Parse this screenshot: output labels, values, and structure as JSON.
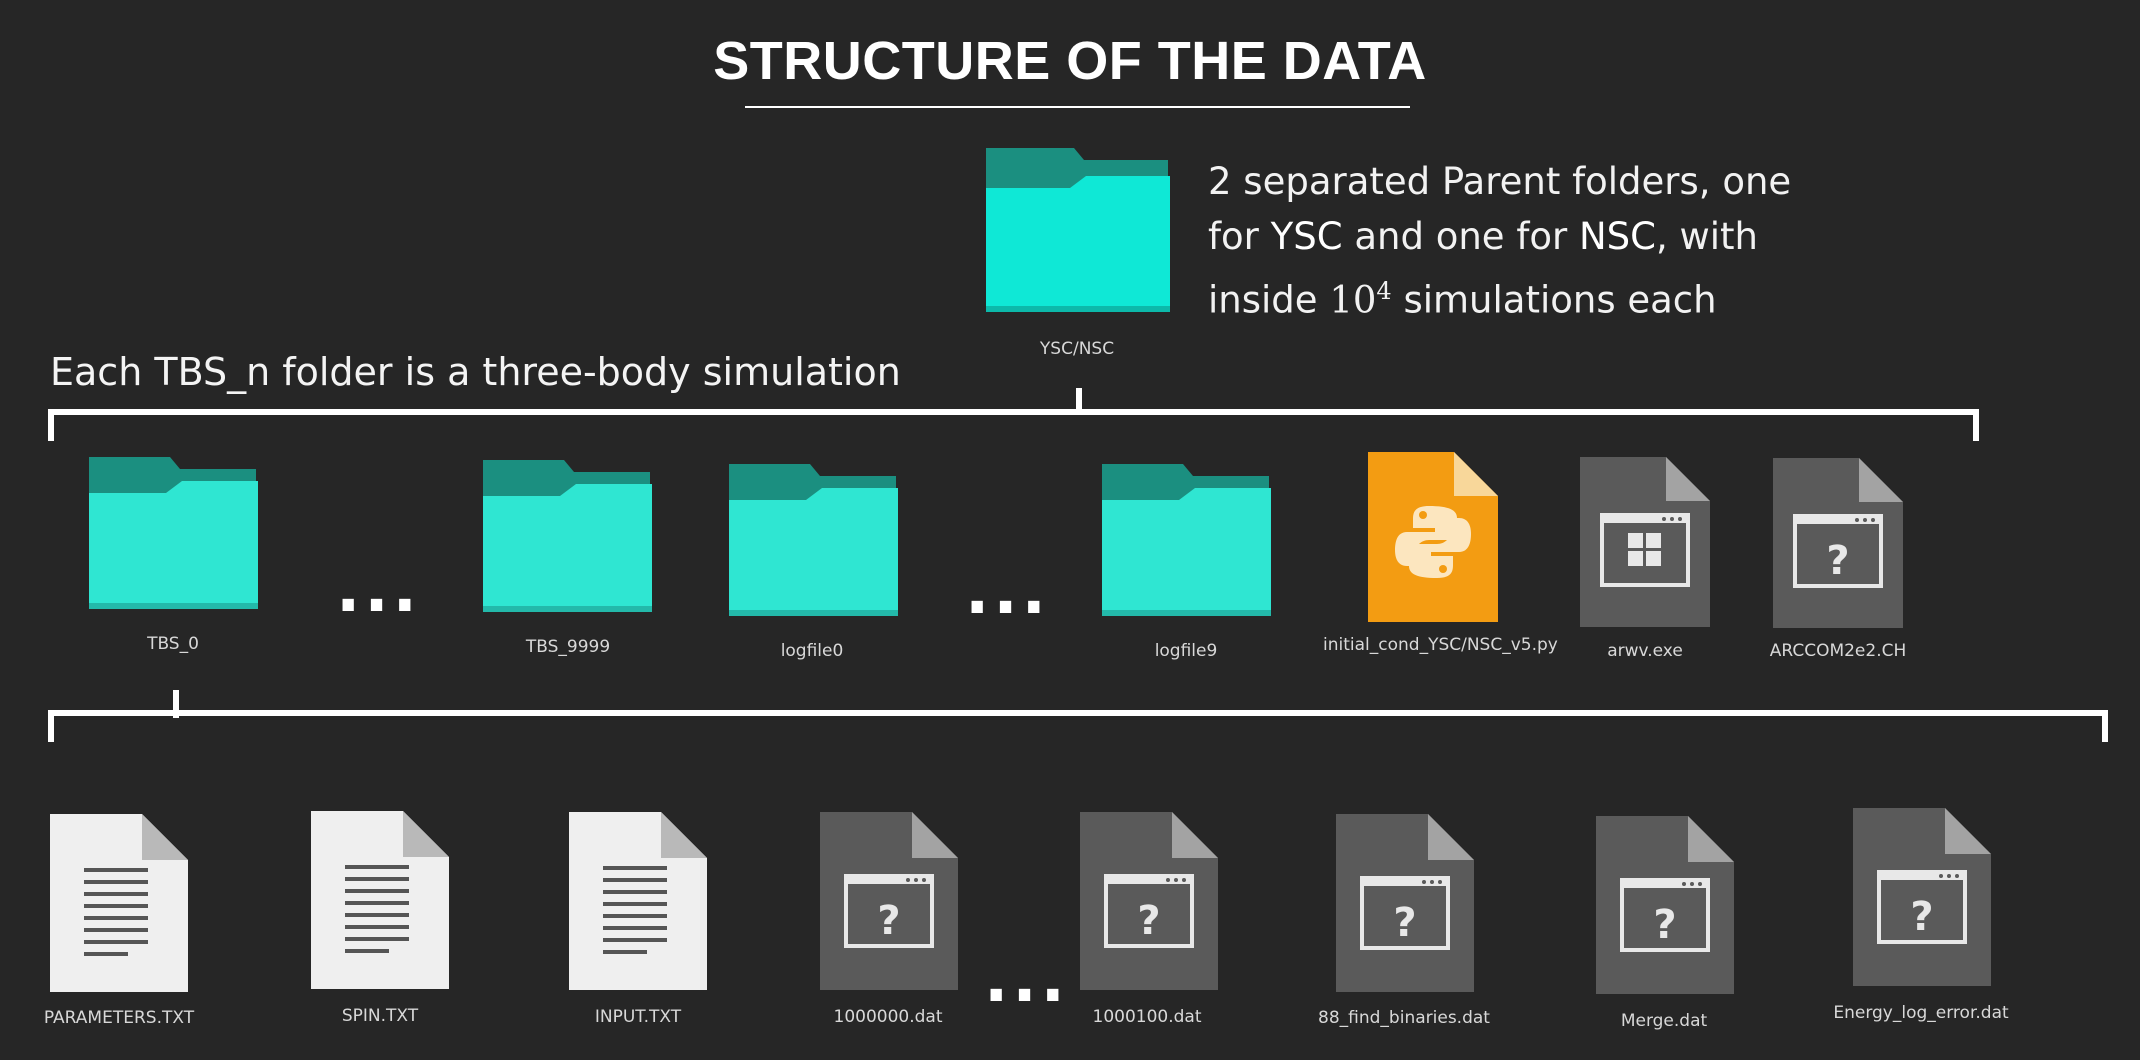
{
  "title": "STRUCTURE OF THE DATA",
  "parent": {
    "label": "YSC/NSC",
    "description": {
      "line1": "2 separated Parent folders, one",
      "line2_pre": "for ",
      "ysc": "YSC",
      "line2_mid": " and one for ",
      "nsc": "NSC",
      "line2_post": ", with",
      "line3_pre": "inside ",
      "base": "10",
      "exp": "4",
      "line3_post": " simulations each"
    }
  },
  "subtitle": "Each TBS_n folder is a three-body simulation",
  "level1": {
    "items": [
      {
        "label": "TBS_0"
      },
      {
        "label": "TBS_9999"
      },
      {
        "label": "logfile0"
      },
      {
        "label": "logfile9"
      },
      {
        "label": "initial_cond_YSC/NSC_v5.py"
      },
      {
        "label": "arwv.exe"
      },
      {
        "label": "ARCCOM2e2.CH"
      }
    ],
    "ellipsis": "..."
  },
  "level2": {
    "items": [
      {
        "label": "PARAMETERS.TXT"
      },
      {
        "label": "SPIN.TXT"
      },
      {
        "label": "INPUT.TXT"
      },
      {
        "label": "1000000.dat"
      },
      {
        "label": "1000100.dat"
      },
      {
        "label": "88_find_binaries.dat"
      },
      {
        "label": "Merge.dat"
      },
      {
        "label": "Energy_log_error.dat"
      }
    ],
    "ellipsis": "..."
  },
  "colors": {
    "background": "#262626",
    "folder_front": "#2fe0cf",
    "folder_back": "#1b8f80",
    "python_file": "#f39c12",
    "unknown_file": "#5a5a5a",
    "text_file": "#efefef"
  }
}
